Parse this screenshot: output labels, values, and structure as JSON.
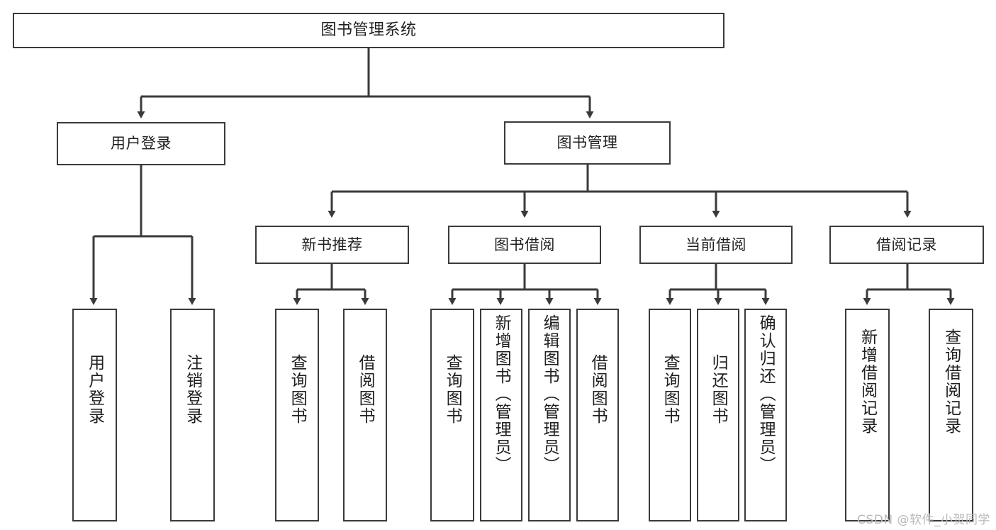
{
  "diagram": {
    "title": "图书管理系统",
    "background_color": "#ffffff",
    "line_color": "#3a3a3a",
    "text_color": "#1f1f1f",
    "root": {
      "label": "图书管理系统"
    },
    "level2": [
      {
        "label": "用户登录"
      },
      {
        "label": "图书管理"
      }
    ],
    "level3": [
      {
        "label": "新书推荐"
      },
      {
        "label": "图书借阅"
      },
      {
        "label": "当前借阅"
      },
      {
        "label": "借阅记录"
      }
    ],
    "leaves": {
      "user_login": [
        {
          "label": "用户登录"
        },
        {
          "label": "注销登录"
        }
      ],
      "new_book_recommend": [
        {
          "label": "查询图书"
        },
        {
          "label": "借阅图书"
        }
      ],
      "book_borrow": [
        {
          "label": "查询图书"
        },
        {
          "label": "新增图书（管理员）"
        },
        {
          "label": "编辑图书（管理员）"
        },
        {
          "label": "借阅图书"
        }
      ],
      "current_borrow": [
        {
          "label": "查询图书"
        },
        {
          "label": "归还图书"
        },
        {
          "label": "确认归还（管理员）"
        }
      ],
      "borrow_record": [
        {
          "label": "新增借阅记录"
        },
        {
          "label": "查询借阅记录"
        }
      ]
    },
    "watermark": "CSDN @软件_小贺同学"
  }
}
